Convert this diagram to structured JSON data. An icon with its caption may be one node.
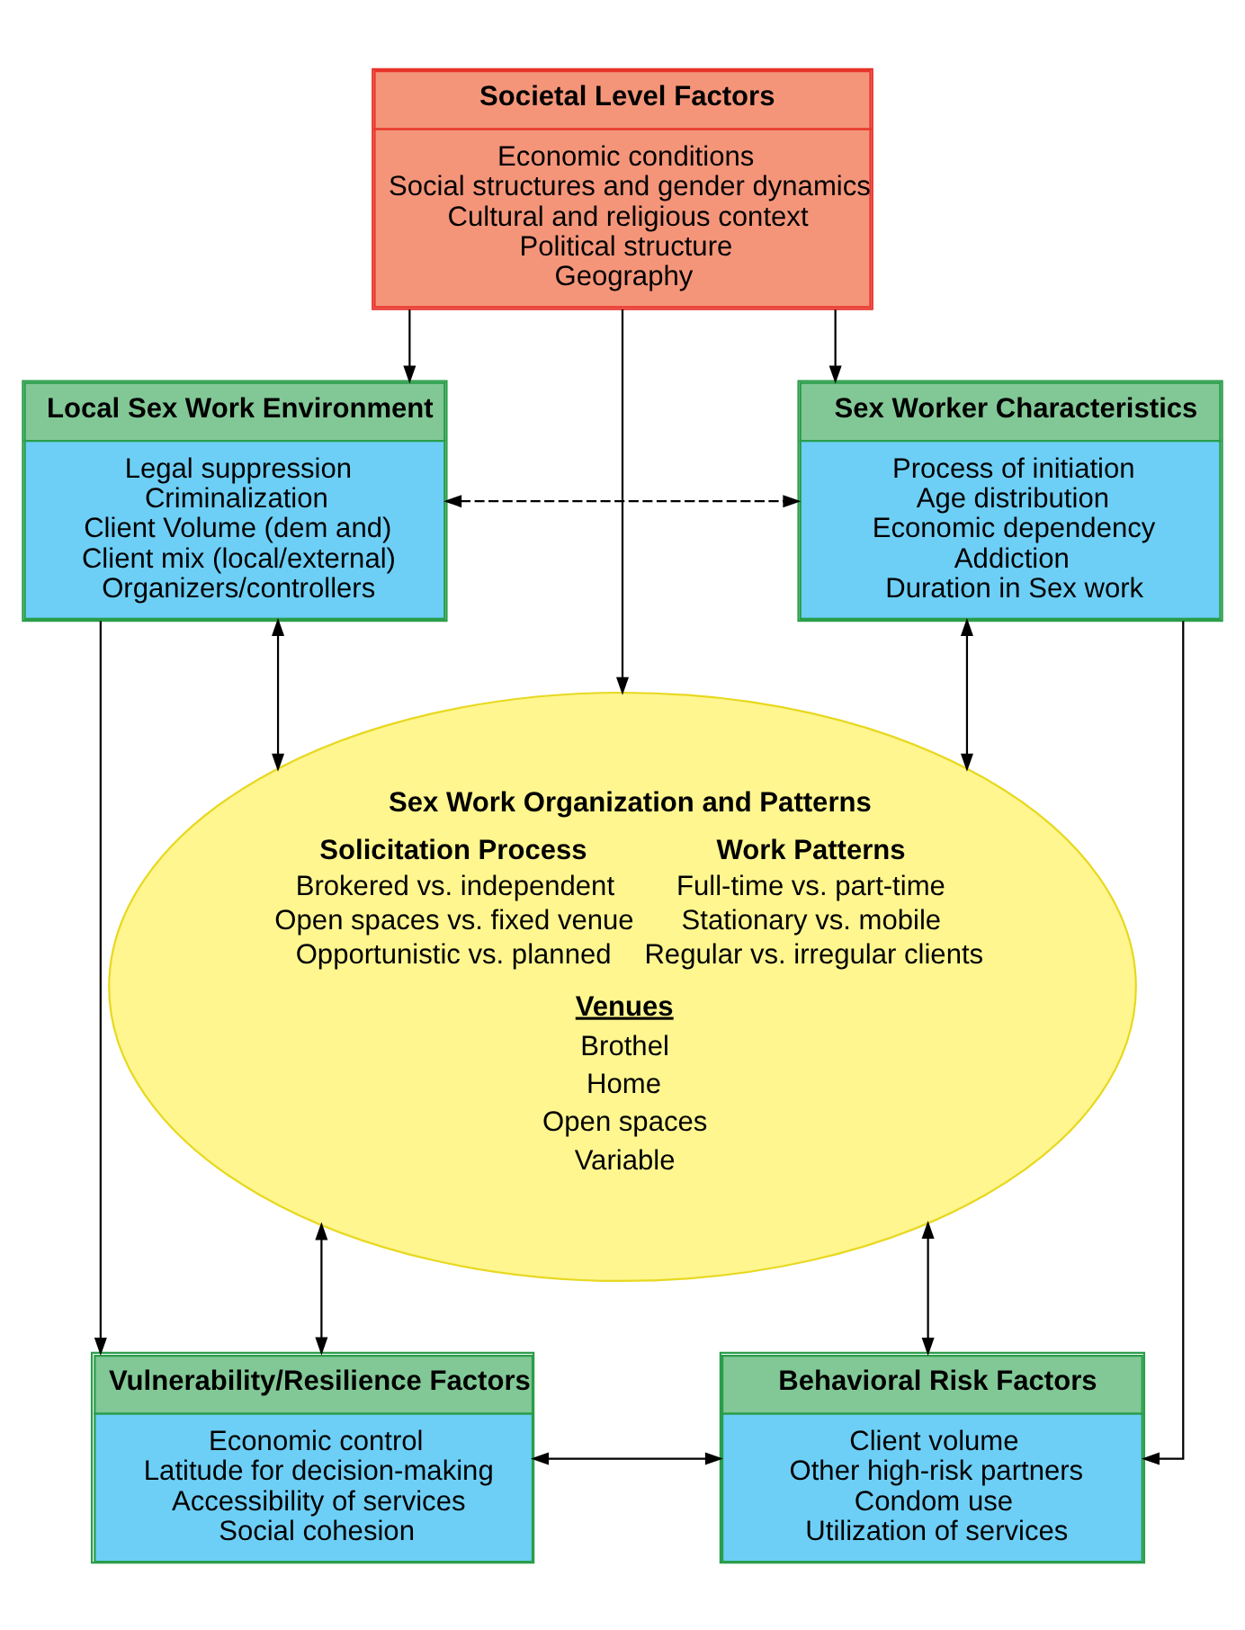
{
  "diagram": {
    "nodes": [
      {
        "text": [
          "Societal Level Factors",
          "Economic conditions",
          "Social structures and gender dynamics",
          "Cultural and religious context",
          "Political structure",
          "Geography"
        ]
      },
      {
        "text": [
          "Local Sex Work Environment",
          "Legal suppression",
          "Criminalization",
          "Client Volume (dem and)",
          "Client mix (local/external)",
          "Organizers/controllers"
        ]
      },
      {
        "text": [
          "Sex Worker Characteristics",
          "Process of initiation",
          "Age distribution",
          "Economic dependency",
          "Addiction",
          "Duration in Sex work"
        ]
      },
      {
        "text": [
          "Sex Work Organization and Patterns",
          "Solicitation Process",
          "Brokered vs. independent",
          "Open spaces vs. fixed venue",
          "Opportunistic vs. planned",
          "Work Patterns",
          "Full-time vs. part-time",
          "Stationary vs. mobile",
          "Regular vs. irregular clients",
          "Venues",
          "Brothel",
          "Home",
          "Open spaces",
          "Variable"
        ]
      },
      {
        "text": [
          "Vulnerability/Resilience Factors",
          "Economic control",
          "Latitude for decision-making",
          "Accessibility of services",
          "Social cohesion"
        ]
      },
      {
        "text": [
          "Behavioral Risk Factors",
          "Client volume",
          "Other high-risk partners",
          "Condom use",
          "Utilization of services"
        ]
      }
    ],
    "edges": [
      {
        "from": 0,
        "to": 1,
        "arrow": "to"
      },
      {
        "from": 0,
        "to": 2,
        "arrow": "to"
      },
      {
        "from": 0,
        "to": 3,
        "arrow": "to"
      },
      {
        "from": 1,
        "to": 2,
        "arrow": "both",
        "style": "dashed"
      },
      {
        "from": 1,
        "to": 3,
        "arrow": "both"
      },
      {
        "from": 2,
        "to": 3,
        "arrow": "both"
      },
      {
        "from": 1,
        "to": 4,
        "arrow": "to"
      },
      {
        "from": 2,
        "to": 5,
        "arrow": "to"
      },
      {
        "from": 3,
        "to": 4,
        "arrow": "both"
      },
      {
        "from": 3,
        "to": 5,
        "arrow": "both"
      },
      {
        "from": 4,
        "to": 5,
        "arrow": "both"
      }
    ]
  }
}
